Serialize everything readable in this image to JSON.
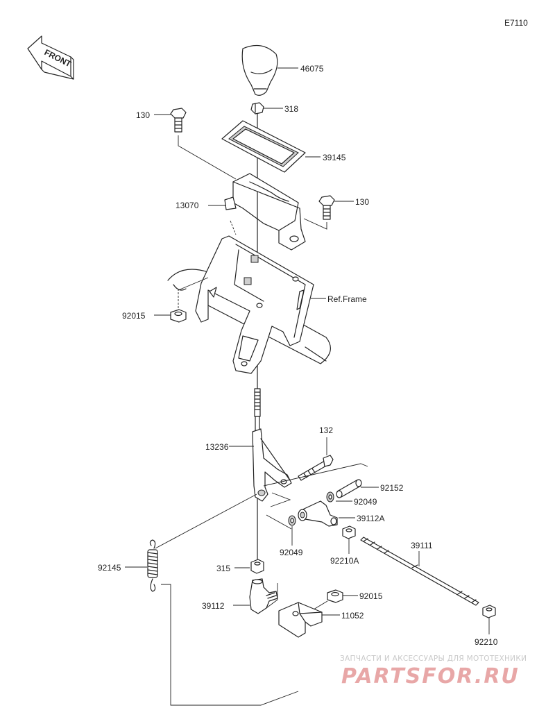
{
  "diagram_code": "E7110",
  "front_label": "FRONT",
  "parts": {
    "p46075": "46075",
    "p318": "318",
    "p130_top": "130",
    "p39145": "39145",
    "p13070": "13070",
    "p130_right": "130",
    "ref_frame": "Ref.Frame",
    "p92015_left": "92015",
    "p132": "132",
    "p13236": "13236",
    "p92152": "92152",
    "p92049_right": "92049",
    "p39112A": "39112A",
    "p92049_left": "92049",
    "p92210A": "92210A",
    "p39111": "39111",
    "p92145": "92145",
    "p315": "315",
    "p92015_bottom": "92015",
    "p39112": "39112",
    "p11052": "11052",
    "p92210": "92210"
  },
  "watermark": {
    "subtitle": "ЗАПЧАСТИ И АКСЕССУАРЫ ДЛЯ МОТОТЕХНИКИ",
    "brand": "PARTSFOR.RU"
  }
}
